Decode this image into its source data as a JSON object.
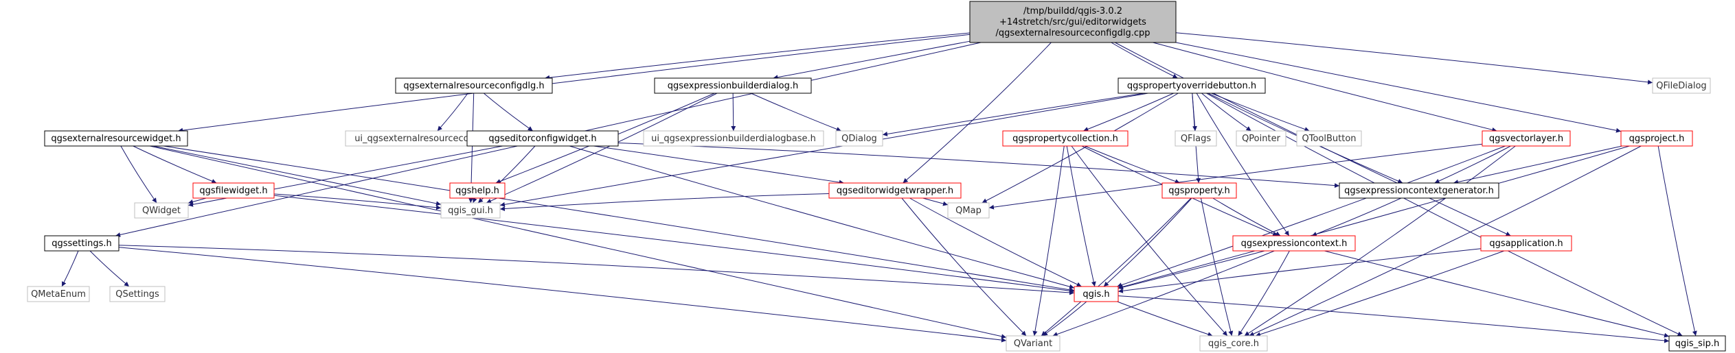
{
  "diagram": {
    "colors": {
      "edge": "#191970",
      "root_fill": "#bfbfbf",
      "node_border_black": "#000000",
      "node_border_red": "#ff0000",
      "node_border_gray": "#bfbfbf",
      "text_dark": "#000000",
      "text_gray": "#333333"
    },
    "nodes": [
      {
        "id": "root",
        "lines": [
          "/tmp/buildd/qgis-3.0.2",
          "+14stretch/src/gui/editorwidgets",
          "/qgsexternalresourceconfigdlg.cpp"
        ],
        "style": "root"
      },
      {
        "id": "extcfgdlg",
        "lines": [
          "qgsexternalresourceconfigdlg.h"
        ],
        "style": "black"
      },
      {
        "id": "exprbuilder",
        "lines": [
          "qgsexpressionbuilderdialog.h"
        ],
        "style": "black"
      },
      {
        "id": "propoverride",
        "lines": [
          "qgspropertyoverridebutton.h"
        ],
        "style": "black"
      },
      {
        "id": "qfiledialog",
        "lines": [
          "QFileDialog"
        ],
        "style": "gray"
      },
      {
        "id": "extwidget",
        "lines": [
          "qgsexternalresourcewidget.h"
        ],
        "style": "black"
      },
      {
        "id": "ui_extcfg",
        "lines": [
          "ui_qgsexternalresourceconfigdlg.h"
        ],
        "style": "gray"
      },
      {
        "id": "editorcfg",
        "lines": [
          "qgseditorconfigwidget.h"
        ],
        "style": "black"
      },
      {
        "id": "ui_exprbuilder",
        "lines": [
          "ui_qgsexpressionbuilderdialogbase.h"
        ],
        "style": "gray"
      },
      {
        "id": "qdialog",
        "lines": [
          "QDialog"
        ],
        "style": "gray"
      },
      {
        "id": "propcollection",
        "lines": [
          "qgspropertycollection.h"
        ],
        "style": "red"
      },
      {
        "id": "qflags",
        "lines": [
          "QFlags"
        ],
        "style": "gray"
      },
      {
        "id": "qpointer",
        "lines": [
          "QPointer"
        ],
        "style": "gray"
      },
      {
        "id": "qtoolbutton",
        "lines": [
          "QToolButton"
        ],
        "style": "gray"
      },
      {
        "id": "vectorlayer",
        "lines": [
          "qgsvectorlayer.h"
        ],
        "style": "red"
      },
      {
        "id": "project",
        "lines": [
          "qgsproject.h"
        ],
        "style": "red"
      },
      {
        "id": "filewidget",
        "lines": [
          "qgsfilewidget.h"
        ],
        "style": "red"
      },
      {
        "id": "qgshelp",
        "lines": [
          "qgshelp.h"
        ],
        "style": "red"
      },
      {
        "id": "editorwrapper",
        "lines": [
          "qgseditorwidgetwrapper.h"
        ],
        "style": "red"
      },
      {
        "id": "property",
        "lines": [
          "qgsproperty.h"
        ],
        "style": "red"
      },
      {
        "id": "exprctxgen",
        "lines": [
          "qgsexpressioncontextgenerator.h"
        ],
        "style": "black"
      },
      {
        "id": "qwidget",
        "lines": [
          "QWidget"
        ],
        "style": "gray"
      },
      {
        "id": "qgis_gui",
        "lines": [
          "qgis_gui.h"
        ],
        "style": "gray"
      },
      {
        "id": "qmap",
        "lines": [
          "QMap"
        ],
        "style": "gray"
      },
      {
        "id": "qgssettings",
        "lines": [
          "qgssettings.h"
        ],
        "style": "black"
      },
      {
        "id": "exprcontext",
        "lines": [
          "qgsexpressioncontext.h"
        ],
        "style": "red"
      },
      {
        "id": "application",
        "lines": [
          "qgsapplication.h"
        ],
        "style": "red"
      },
      {
        "id": "qmetaenum",
        "lines": [
          "QMetaEnum"
        ],
        "style": "gray"
      },
      {
        "id": "qsettings",
        "lines": [
          "QSettings"
        ],
        "style": "gray"
      },
      {
        "id": "qgis",
        "lines": [
          "qgis.h"
        ],
        "style": "red"
      },
      {
        "id": "qvariant",
        "lines": [
          "QVariant"
        ],
        "style": "gray"
      },
      {
        "id": "qgis_core",
        "lines": [
          "qgis_core.h"
        ],
        "style": "gray"
      },
      {
        "id": "qgis_sip",
        "lines": [
          "qgis_sip.h"
        ],
        "style": "black"
      }
    ],
    "edges": [
      [
        "root",
        "extcfgdlg"
      ],
      [
        "root",
        "exprbuilder"
      ],
      [
        "root",
        "propoverride"
      ],
      [
        "root",
        "qfiledialog"
      ],
      [
        "root",
        "extwidget"
      ],
      [
        "root",
        "qgssettings"
      ],
      [
        "root",
        "editorwrapper"
      ],
      [
        "root",
        "vectorlayer"
      ],
      [
        "root",
        "project"
      ],
      [
        "root",
        "application"
      ],
      [
        "extcfgdlg",
        "ui_extcfg"
      ],
      [
        "extcfgdlg",
        "editorcfg"
      ],
      [
        "extcfgdlg",
        "qgis_gui"
      ],
      [
        "exprbuilder",
        "ui_exprbuilder"
      ],
      [
        "exprbuilder",
        "qdialog"
      ],
      [
        "exprbuilder",
        "qgshelp"
      ],
      [
        "exprbuilder",
        "qgis_gui"
      ],
      [
        "propoverride",
        "qdialog"
      ],
      [
        "propoverride",
        "propcollection"
      ],
      [
        "propoverride",
        "qflags"
      ],
      [
        "propoverride",
        "qpointer"
      ],
      [
        "propoverride",
        "qtoolbutton"
      ],
      [
        "propoverride",
        "property"
      ],
      [
        "propoverride",
        "exprctxgen"
      ],
      [
        "propoverride",
        "exprcontext"
      ],
      [
        "propoverride",
        "qmap"
      ],
      [
        "propoverride",
        "qgis_gui"
      ],
      [
        "propoverride",
        "qgis_sip"
      ],
      [
        "extwidget",
        "qwidget"
      ],
      [
        "extwidget",
        "filewidget"
      ],
      [
        "extwidget",
        "qgis_gui"
      ],
      [
        "extwidget",
        "qgis"
      ],
      [
        "extwidget",
        "qvariant"
      ],
      [
        "editorcfg",
        "qwidget"
      ],
      [
        "editorcfg",
        "editorwrapper"
      ],
      [
        "editorcfg",
        "qgis_gui"
      ],
      [
        "editorcfg",
        "exprctxgen"
      ],
      [
        "editorcfg",
        "qgis"
      ],
      [
        "filewidget",
        "qwidget"
      ],
      [
        "filewidget",
        "qgis_gui"
      ],
      [
        "filewidget",
        "qgis"
      ],
      [
        "qgshelp",
        "qgis_gui"
      ],
      [
        "editorwrapper",
        "qmap"
      ],
      [
        "editorwrapper",
        "qgis_gui"
      ],
      [
        "editorwrapper",
        "qgis"
      ],
      [
        "editorwrapper",
        "qvariant"
      ],
      [
        "propcollection",
        "property"
      ],
      [
        "propcollection",
        "exprcontext"
      ],
      [
        "propcollection",
        "qgis"
      ],
      [
        "propcollection",
        "qvariant"
      ],
      [
        "propcollection",
        "qgis_core"
      ],
      [
        "property",
        "exprcontext"
      ],
      [
        "property",
        "qgis"
      ],
      [
        "property",
        "qvariant"
      ],
      [
        "property",
        "qgis_core"
      ],
      [
        "vectorlayer",
        "exprctxgen"
      ],
      [
        "vectorlayer",
        "qgis"
      ],
      [
        "vectorlayer",
        "qgis_core"
      ],
      [
        "vectorlayer",
        "qmap"
      ],
      [
        "project",
        "exprctxgen"
      ],
      [
        "project",
        "qgis"
      ],
      [
        "project",
        "qgis_core"
      ],
      [
        "project",
        "qgis_sip"
      ],
      [
        "exprctxgen",
        "exprcontext"
      ],
      [
        "exprcontext",
        "qgis"
      ],
      [
        "exprcontext",
        "qvariant"
      ],
      [
        "exprcontext",
        "qgis_core"
      ],
      [
        "exprcontext",
        "qgis_sip"
      ],
      [
        "application",
        "qgis"
      ],
      [
        "application",
        "qgis_core"
      ],
      [
        "qgssettings",
        "qmetaenum"
      ],
      [
        "qgssettings",
        "qsettings"
      ],
      [
        "qgssettings",
        "qgis"
      ],
      [
        "qgssettings",
        "qvariant"
      ],
      [
        "qgis",
        "qvariant"
      ],
      [
        "qgis",
        "qgis_core"
      ],
      [
        "qgis",
        "qgis_sip"
      ]
    ]
  }
}
